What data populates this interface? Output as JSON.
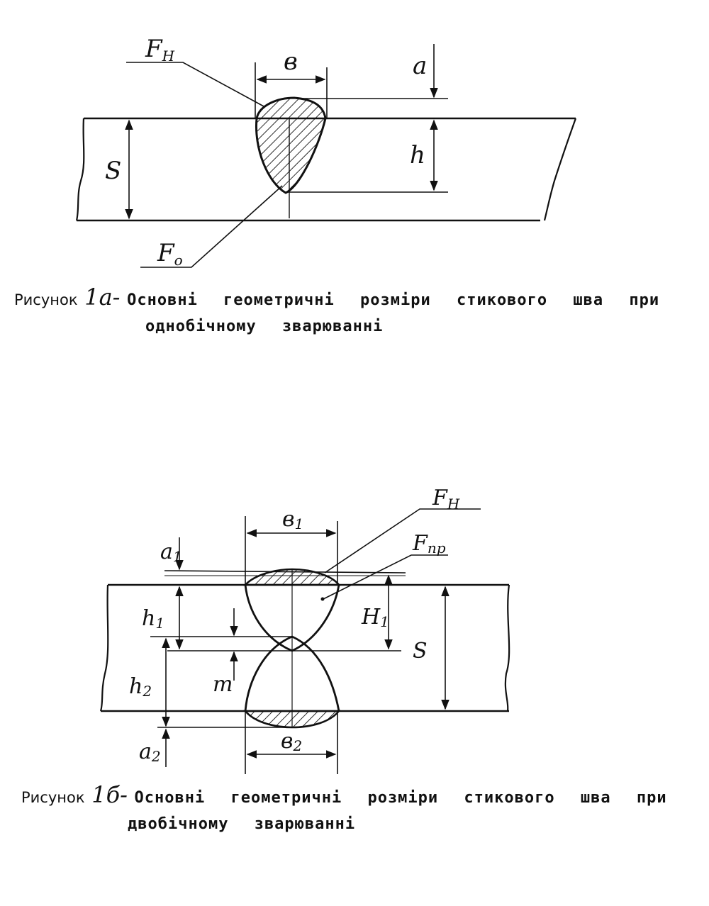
{
  "figure_a": {
    "labels": {
      "fn": "F",
      "fn_sub": "Н",
      "b": "в",
      "a": "a",
      "h": "h",
      "s": "S",
      "fo": "F",
      "fo_sub": "o"
    },
    "caption": {
      "prefix": "Рисунок",
      "number": "1a-",
      "text": "Основні геометричні розміри стикового шва при",
      "line2": "однобічному зварюванні"
    }
  },
  "figure_b": {
    "labels": {
      "fn": "F",
      "fn_sub": "Н",
      "fpr": "F",
      "fpr_sub": "пр",
      "b1": "в",
      "b1_sub": "1",
      "a1": "a",
      "a1_sub": "1",
      "h1": "h",
      "h1_sub": "1",
      "H1": "H",
      "H1_sub": "1",
      "S": "S",
      "h2": "h",
      "h2_sub": "2",
      "m": "m",
      "a2": "a",
      "a2_sub": "2",
      "b2": "в",
      "b2_sub": "2"
    },
    "caption": {
      "prefix": "Рисунок",
      "number": "1б-",
      "text": "Основні геометричні розміри стикового шва при",
      "line2": "двобічному зварюванні"
    }
  },
  "colors": {
    "ink": "#111111",
    "paper": "#ffffff"
  }
}
